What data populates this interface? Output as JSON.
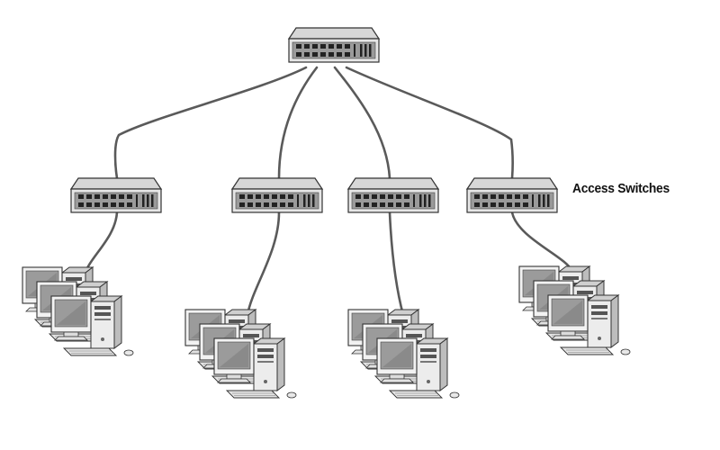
{
  "diagram": {
    "type": "network-topology",
    "label": "Access Switches",
    "core_switch_count": 1,
    "access_switch_count": 4,
    "computers_per_group": 3
  }
}
